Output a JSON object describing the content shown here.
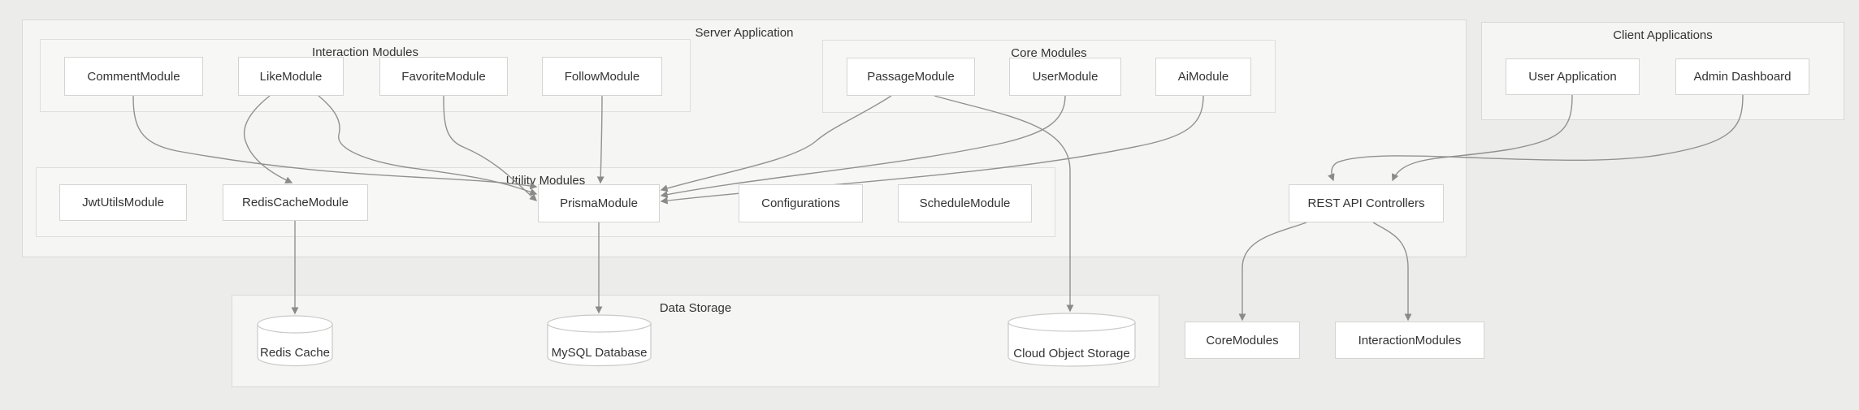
{
  "diagram": {
    "groups": {
      "server": {
        "label": "Server Application"
      },
      "interaction": {
        "label": "Interaction Modules"
      },
      "core": {
        "label": "Core Modules"
      },
      "utility": {
        "label": "Utility Modules"
      },
      "client": {
        "label": "Client Applications"
      },
      "storage": {
        "label": "Data Storage"
      }
    },
    "nodes": {
      "comment": {
        "label": "CommentModule"
      },
      "like": {
        "label": "LikeModule"
      },
      "favorite": {
        "label": "FavoriteModule"
      },
      "follow": {
        "label": "FollowModule"
      },
      "passage": {
        "label": "PassageModule"
      },
      "user": {
        "label": "UserModule"
      },
      "ai": {
        "label": "AiModule"
      },
      "jwt": {
        "label": "JwtUtilsModule"
      },
      "rediscache": {
        "label": "RedisCacheModule"
      },
      "prisma": {
        "label": "PrismaModule"
      },
      "config": {
        "label": "Configurations"
      },
      "schedule": {
        "label": "ScheduleModule"
      },
      "rest": {
        "label": "REST API Controllers"
      },
      "userapp": {
        "label": "User Application"
      },
      "admin": {
        "label": "Admin Dashboard"
      },
      "coremods": {
        "label": "CoreModules"
      },
      "interactionmods": {
        "label": "InteractionModules"
      },
      "redis_cache": {
        "label": "Redis Cache"
      },
      "mysql": {
        "label": "MySQL Database"
      },
      "cos": {
        "label": "Cloud Object Storage"
      }
    },
    "edges": [
      {
        "from": "CommentModule",
        "to": "PrismaModule"
      },
      {
        "from": "LikeModule",
        "to": "RedisCacheModule"
      },
      {
        "from": "LikeModule",
        "to": "PrismaModule"
      },
      {
        "from": "FavoriteModule",
        "to": "PrismaModule"
      },
      {
        "from": "FollowModule",
        "to": "PrismaModule"
      },
      {
        "from": "PassageModule",
        "to": "PrismaModule"
      },
      {
        "from": "UserModule",
        "to": "PrismaModule"
      },
      {
        "from": "AiModule",
        "to": "PrismaModule"
      },
      {
        "from": "PassageModule",
        "to": "Cloud Object Storage"
      },
      {
        "from": "RedisCacheModule",
        "to": "Redis Cache"
      },
      {
        "from": "PrismaModule",
        "to": "MySQL Database"
      },
      {
        "from": "User Application",
        "to": "REST API Controllers"
      },
      {
        "from": "Admin Dashboard",
        "to": "REST API Controllers"
      },
      {
        "from": "REST API Controllers",
        "to": "CoreModules"
      },
      {
        "from": "REST API Controllers",
        "to": "InteractionModules"
      }
    ],
    "colors": {
      "background": "#ececea",
      "group_fill": "#f5f5f3",
      "group_border": "#d9d9d7",
      "node_fill": "#ffffff",
      "node_border": "#d4d4d2",
      "arrow": "#919191",
      "text": "#333333"
    }
  }
}
